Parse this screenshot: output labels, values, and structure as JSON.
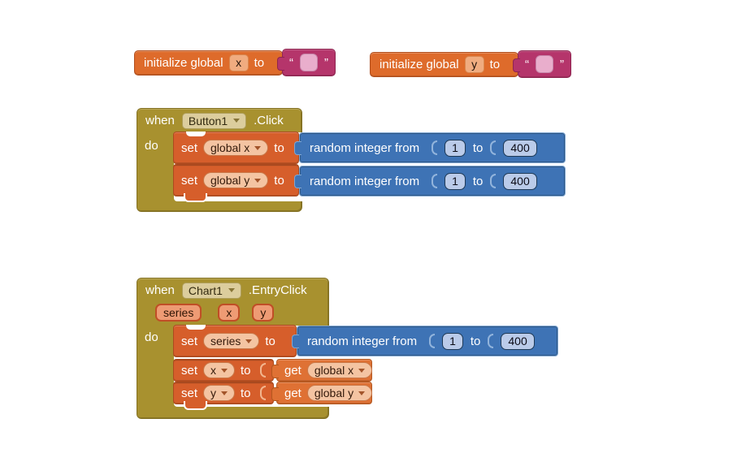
{
  "colors": {
    "event_block": "#A8912F",
    "variable_init_block": "#DE6B2B",
    "variable_set_block": "#D65E2B",
    "variable_get_block": "#DF7134",
    "math_block": "#3E73B5",
    "text_block": "#B5356B",
    "dropdown_pill": "#F4C4A2",
    "component_pill": "#DCCD9D",
    "number_field": "#BACBE9",
    "string_field": "#E9AECC",
    "param_badge": "#EE9B74",
    "canvas_background": "#FFFFFF"
  },
  "init_x": {
    "prefix": "initialize global",
    "name": "x",
    "to": "to",
    "string": {
      "open": "“",
      "close": "”"
    }
  },
  "init_y": {
    "prefix": "initialize global",
    "name": "y",
    "to": "to",
    "string": {
      "open": "“",
      "close": "”"
    }
  },
  "button_event": {
    "when": "when",
    "component": "Button1",
    "event_name": ".Click",
    "do_label": "do",
    "rows": [
      {
        "set": "set",
        "variable": "global x",
        "to": "to",
        "random": {
          "label": "random integer from",
          "from": "1",
          "to_word": "to",
          "max": "400"
        }
      },
      {
        "set": "set",
        "variable": "global y",
        "to": "to",
        "random": {
          "label": "random integer from",
          "from": "1",
          "to_word": "to",
          "max": "400"
        }
      }
    ]
  },
  "chart_event": {
    "when": "when",
    "component": "Chart1",
    "event_name": ".EntryClick",
    "params": [
      "series",
      "x",
      "y"
    ],
    "do_label": "do",
    "set_series": {
      "set": "set",
      "variable": "series",
      "to": "to",
      "random": {
        "label": "random integer from",
        "from": "1",
        "to_word": "to",
        "max": "400"
      }
    },
    "set_x": {
      "set": "set",
      "variable": "x",
      "to": "to",
      "get": "get",
      "get_variable": "global x"
    },
    "set_y": {
      "set": "set",
      "variable": "y",
      "to": "to",
      "get": "get",
      "get_variable": "global y"
    }
  }
}
